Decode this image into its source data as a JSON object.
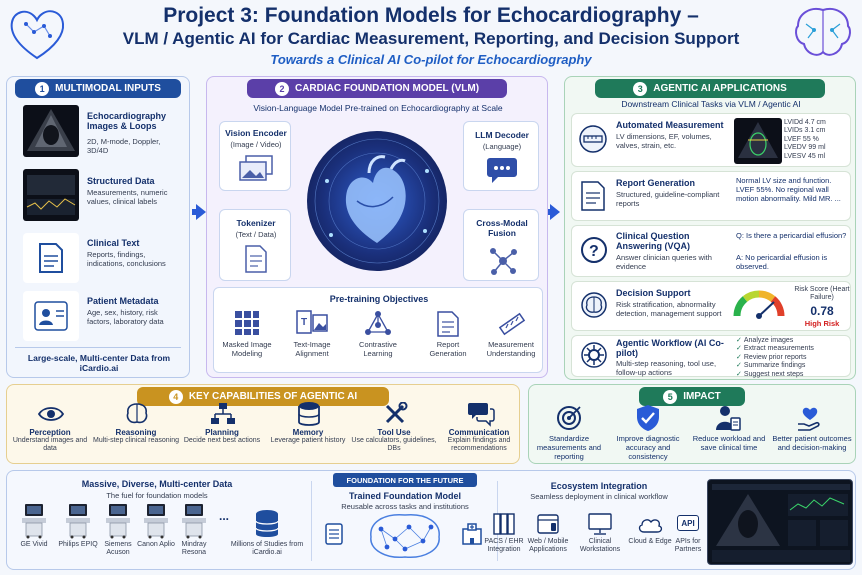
{
  "header": {
    "title_line1": "Project 3: Foundation Models for Echocardiography –",
    "title_line2": "VLM / Agentic AI for Cardiac Measurement, Reporting, and Decision Support",
    "subtitle": "Towards a Clinical AI Co-pilot for Echocardiography"
  },
  "inputs": {
    "number": "1",
    "title": "MULTIMODAL INPUTS",
    "items": [
      {
        "title": "Echocardiography Images & Loops",
        "desc": "2D, M-mode, Doppler, 3D/4D"
      },
      {
        "title": "Structured Data",
        "desc": "Measurements, numeric values, clinical labels"
      },
      {
        "title": "Clinical Text",
        "desc": "Reports, findings, indications, conclusions"
      },
      {
        "title": "Patient Metadata",
        "desc": "Age, sex, history, risk factors, laboratory data"
      }
    ],
    "footer": "Large-scale, Multi-center Data from iCardio.ai"
  },
  "model": {
    "number": "2",
    "title": "CARDIAC FOUNDATION MODEL (VLM)",
    "subtitle": "Vision-Language Model Pre-trained on Echocardiography at Scale",
    "vision_encoder": {
      "title": "Vision Encoder",
      "desc": "(Image / Video)"
    },
    "tokenizer": {
      "title": "Tokenizer",
      "desc": "(Text / Data)"
    },
    "llm_decoder": {
      "title": "LLM Decoder",
      "desc": "(Language)"
    },
    "fusion": {
      "title": "Cross-Modal Fusion"
    },
    "objectives_title": "Pre-training Objectives",
    "objectives": [
      {
        "label": "Masked Image Modeling"
      },
      {
        "label": "Text-Image Alignment"
      },
      {
        "label": "Contrastive Learning"
      },
      {
        "label": "Report Generation"
      },
      {
        "label": "Measurement Understanding"
      }
    ]
  },
  "apps": {
    "number": "3",
    "title": "AGENTIC AI APPLICATIONS",
    "subtitle": "Downstream Clinical Tasks via VLM / Agentic AI",
    "measurement": {
      "title": "Automated Measurement",
      "desc": "LV dimensions, EF, volumes, valves, strain, etc.",
      "values": [
        "LVIDd  4.7 cm",
        "LVIDs  3.1 cm",
        "LVEF    55 %",
        "LVEDV  99 ml",
        "LVESV  45 ml"
      ]
    },
    "report": {
      "title": "Report Generation",
      "desc": "Structured, guideline-compliant reports",
      "sample": "Normal LV size and function. LVEF 55%. No regional wall motion abnormality. Mild MR. ..."
    },
    "vqa": {
      "title": "Clinical Question Answering (VQA)",
      "desc": "Answer clinician queries with evidence",
      "q": "Q:  Is there a pericardial effusion?",
      "a": "A:  No pericardial effusion is observed."
    },
    "decision": {
      "title": "Decision Support",
      "desc": "Risk stratification, abnormality detection, management support",
      "risk_label": "Risk Score (Heart Failure)",
      "risk_value": "0.78",
      "risk_level": "High Risk"
    },
    "workflow": {
      "title": "Agentic Workflow (AI Co-pilot)",
      "desc": "Multi-step reasoning, tool use, follow-up actions",
      "steps": [
        "Analyze images",
        "Extract measurements",
        "Review prior reports",
        "Summarize findings",
        "Suggest next steps"
      ]
    }
  },
  "capabilities": {
    "number": "4",
    "title": "KEY CAPABILITIES OF AGENTIC AI",
    "items": [
      {
        "title": "Perception",
        "desc": "Understand images and data"
      },
      {
        "title": "Reasoning",
        "desc": "Multi-step clinical reasoning"
      },
      {
        "title": "Planning",
        "desc": "Decide next best actions"
      },
      {
        "title": "Memory",
        "desc": "Leverage patient history"
      },
      {
        "title": "Tool Use",
        "desc": "Use calculators, guidelines, DBs"
      },
      {
        "title": "Communication",
        "desc": "Explain findings and recommendations"
      }
    ]
  },
  "impact": {
    "number": "5",
    "title": "IMPACT",
    "items": [
      {
        "title": "Standardize measurements and reporting"
      },
      {
        "title": "Improve diagnostic accuracy and consistency"
      },
      {
        "title": "Reduce workload and save clinical time"
      },
      {
        "title": "Better patient outcomes and decision-making"
      }
    ]
  },
  "foundation": {
    "data_title": "Massive, Diverse, Multi-center Data",
    "data_sub": "The fuel for foundation models",
    "devices": [
      {
        "name": "GE Vivid"
      },
      {
        "name": "Philips EPIQ"
      },
      {
        "name": "Siemens Acuson"
      },
      {
        "name": "Canon Aplio"
      },
      {
        "name": "Mindray Resona"
      }
    ],
    "ellipsis": "...",
    "studies": "Millions of Studies from iCardio.ai",
    "badge": "FOUNDATION FOR THE FUTURE",
    "model_title": "Trained Foundation Model",
    "model_sub": "Reusable across tasks and institutions",
    "eco_title": "Ecosystem Integration",
    "eco_sub": "Seamless deployment in clinical workflow",
    "eco_items": [
      {
        "name": "PACS / EHR Integration"
      },
      {
        "name": "Web / Mobile Applications"
      },
      {
        "name": "Clinical Workstations"
      },
      {
        "name": "Cloud & Edge"
      },
      {
        "name": "APIs for Partners"
      }
    ],
    "api_label": "API"
  },
  "colors": {
    "navy": "#14306b",
    "blue": "#1f4e9e",
    "purple": "#5b3fa8",
    "green": "#1f7a5a",
    "gold": "#c99320",
    "arrow": "#2a5bd7",
    "risk": "#d32020"
  }
}
